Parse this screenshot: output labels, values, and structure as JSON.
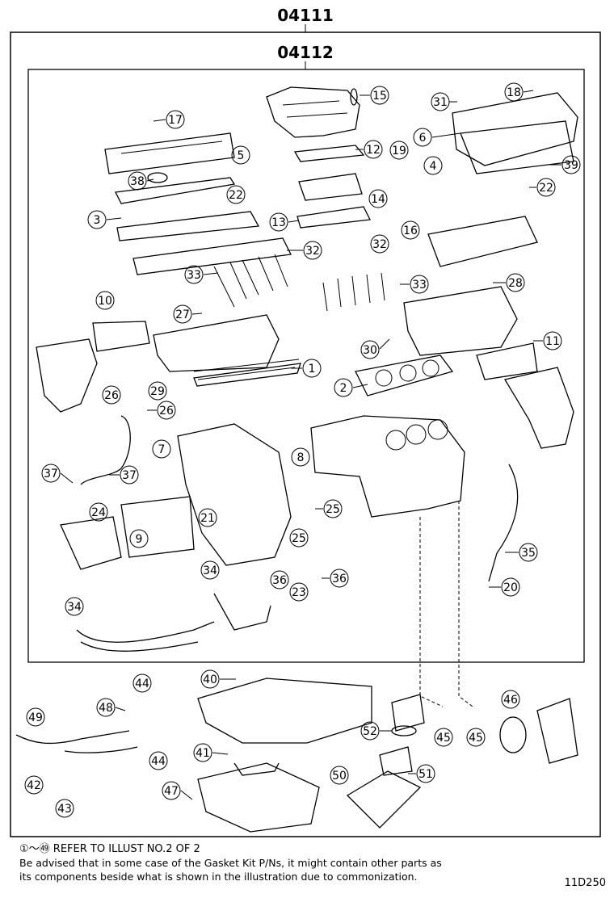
{
  "diagram": {
    "outer_kit_number": "04111",
    "inner_kit_number": "04112",
    "illustration_code": "11D250"
  },
  "footer": {
    "reference_note": "①～㊾ REFER TO ILLUST NO.2 OF 2",
    "advisory_line1": "Be advised that in some case of the Gasket Kit P/Ns,  it might contain other parts as",
    "advisory_line2": "its components beside what is shown in the illustration due to commonization."
  },
  "callouts": [
    {
      "id": "c1",
      "text": "1"
    },
    {
      "id": "c2",
      "text": "2"
    },
    {
      "id": "c3",
      "text": "3"
    },
    {
      "id": "c4",
      "text": "4"
    },
    {
      "id": "c5",
      "text": "5"
    },
    {
      "id": "c6",
      "text": "6"
    },
    {
      "id": "c7",
      "text": "7"
    },
    {
      "id": "c8",
      "text": "8"
    },
    {
      "id": "c9",
      "text": "9"
    },
    {
      "id": "c10",
      "text": "10"
    },
    {
      "id": "c11",
      "text": "11"
    },
    {
      "id": "c12",
      "text": "12"
    },
    {
      "id": "c13",
      "text": "13"
    },
    {
      "id": "c14",
      "text": "14"
    },
    {
      "id": "c15",
      "text": "15"
    },
    {
      "id": "c16",
      "text": "16"
    },
    {
      "id": "c17",
      "text": "17"
    },
    {
      "id": "c18",
      "text": "18"
    },
    {
      "id": "c19",
      "text": "19"
    },
    {
      "id": "c20",
      "text": "20"
    },
    {
      "id": "c21",
      "text": "21"
    },
    {
      "id": "c22a",
      "text": "22"
    },
    {
      "id": "c22b",
      "text": "22"
    },
    {
      "id": "c23",
      "text": "23"
    },
    {
      "id": "c24",
      "text": "24"
    },
    {
      "id": "c25a",
      "text": "25"
    },
    {
      "id": "c25b",
      "text": "25"
    },
    {
      "id": "c26a",
      "text": "26"
    },
    {
      "id": "c26b",
      "text": "26"
    },
    {
      "id": "c27",
      "text": "27"
    },
    {
      "id": "c28",
      "text": "28"
    },
    {
      "id": "c29",
      "text": "29"
    },
    {
      "id": "c30",
      "text": "30"
    },
    {
      "id": "c31",
      "text": "31"
    },
    {
      "id": "c32a",
      "text": "32"
    },
    {
      "id": "c32b",
      "text": "32"
    },
    {
      "id": "c33a",
      "text": "33"
    },
    {
      "id": "c33b",
      "text": "33"
    },
    {
      "id": "c34a",
      "text": "34"
    },
    {
      "id": "c34b",
      "text": "34"
    },
    {
      "id": "c35",
      "text": "35"
    },
    {
      "id": "c36a",
      "text": "36"
    },
    {
      "id": "c36b",
      "text": "36"
    },
    {
      "id": "c37a",
      "text": "37"
    },
    {
      "id": "c37b",
      "text": "37"
    },
    {
      "id": "c38",
      "text": "38"
    },
    {
      "id": "c39",
      "text": "39"
    },
    {
      "id": "c40",
      "text": "40"
    },
    {
      "id": "c41",
      "text": "41"
    },
    {
      "id": "c42",
      "text": "42"
    },
    {
      "id": "c43",
      "text": "43"
    },
    {
      "id": "c44a",
      "text": "44"
    },
    {
      "id": "c44b",
      "text": "44"
    },
    {
      "id": "c45a",
      "text": "45"
    },
    {
      "id": "c45b",
      "text": "45"
    },
    {
      "id": "c46",
      "text": "46"
    },
    {
      "id": "c47",
      "text": "47"
    },
    {
      "id": "c48",
      "text": "48"
    },
    {
      "id": "c49",
      "text": "49"
    },
    {
      "id": "c50",
      "text": "50"
    },
    {
      "id": "c51",
      "text": "51"
    },
    {
      "id": "c52",
      "text": "52"
    }
  ]
}
